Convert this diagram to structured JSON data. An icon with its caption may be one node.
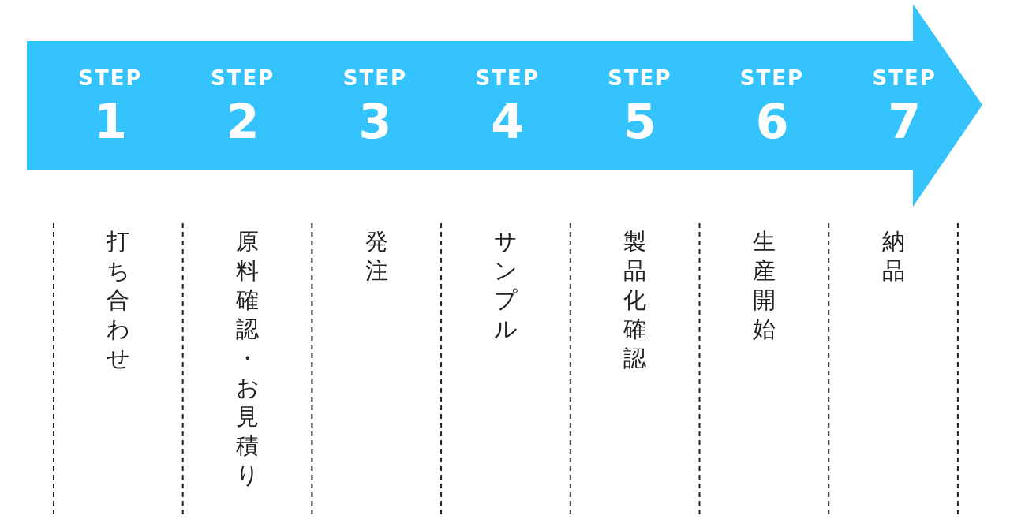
{
  "diagram": {
    "labels": [
      "STEP",
      "1",
      "STEP",
      "2",
      "STEP",
      "3",
      "STEP",
      "4",
      "STEP",
      "5",
      "STEP",
      "6",
      "STEP",
      "7",
      "打ち合わせ",
      "原料確認・お見積り",
      "発注",
      "サンプル",
      "製品化確認",
      "生産開始",
      "納品"
    ]
  }
}
